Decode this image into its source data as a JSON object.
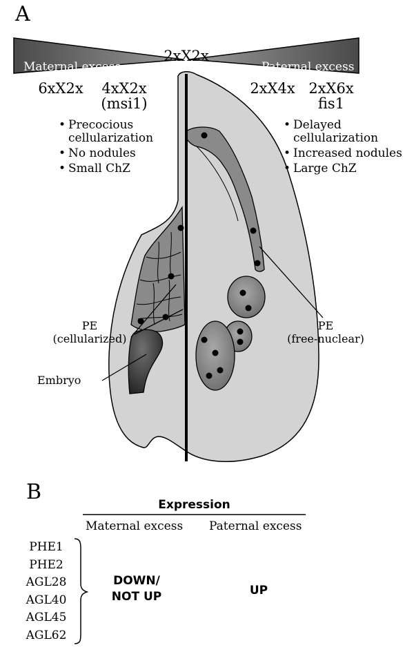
{
  "panel_a": {
    "label": "A",
    "center_genotype": "2xX2x",
    "maternal_bar_label": "Maternal excess",
    "paternal_bar_label": "Paternal excess",
    "maternal": {
      "genotype_1": "6xX2x",
      "genotype_2": "4xX2x",
      "genotype_2_sub": "(msi1)",
      "bullets": [
        {
          "line1": "Precocious",
          "line2": "cellularization"
        },
        {
          "line1": "No nodules",
          "line2": ""
        },
        {
          "line1": "Small ChZ",
          "line2": ""
        }
      ]
    },
    "paternal": {
      "genotype_1": "2xX4x",
      "genotype_2": "2xX6x",
      "genotype_2_sub": "fis1",
      "bullets": [
        {
          "line1": "Delayed",
          "line2": "cellularization"
        },
        {
          "line1": "Increased nodules",
          "line2": ""
        },
        {
          "line1": "Large ChZ",
          "line2": ""
        }
      ]
    },
    "callouts": {
      "pe_cellularized_1": "PE",
      "pe_cellularized_2": "(cellularized)",
      "embryo": "Embryo",
      "pe_free_1": "PE",
      "pe_free_2": "(free-nuclear)"
    },
    "colors": {
      "seed_coat": "#d3d3d3",
      "endosperm": "#8c8c8c",
      "embryo": "#3c3c3c",
      "bar": "#6a6a6a"
    }
  },
  "panel_b": {
    "label": "B",
    "header": "Expression",
    "col_maternal": "Maternal excess",
    "col_paternal": "Paternal excess",
    "genes": [
      "PHE1",
      "PHE2",
      "AGL28",
      "AGL40",
      "AGL45",
      "AGL62"
    ],
    "maternal_value_1": "DOWN/",
    "maternal_value_2": "NOT UP",
    "paternal_value": "UP"
  }
}
